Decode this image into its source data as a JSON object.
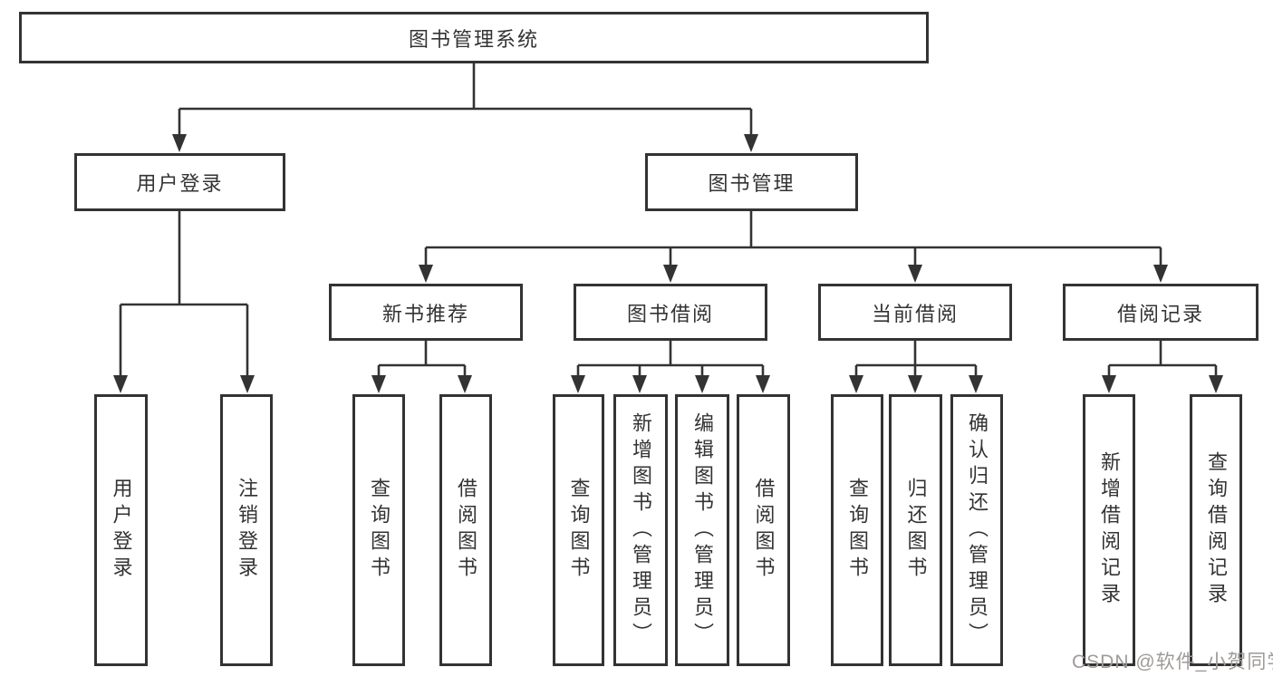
{
  "diagram": {
    "root": {
      "label": "图书管理系统"
    },
    "branches": {
      "user_login": {
        "label": "用户登录",
        "children": {
          "login": "用户登录",
          "logout": "注销登录"
        }
      },
      "book_management": {
        "label": "图书管理",
        "children": {
          "new_book_recommend": {
            "label": "新书推荐",
            "children": {
              "query_book": "查询图书",
              "borrow_book": "借阅图书"
            }
          },
          "book_borrow": {
            "label": "图书借阅",
            "children": {
              "query_book": "查询图书",
              "add_book": "新增图书（管理员）",
              "edit_book": "编辑图书（管理员）",
              "borrow_book": "借阅图书"
            }
          },
          "current_borrow": {
            "label": "当前借阅",
            "children": {
              "query_book": "查询图书",
              "return_book": "归还图书",
              "confirm_return": "确认归还（管理员）"
            }
          },
          "borrow_records": {
            "label": "借阅记录",
            "children": {
              "add_record": "新增借阅记录",
              "query_record": "查询借阅记录"
            }
          }
        }
      }
    },
    "colors": {
      "line": "#333333",
      "box_border": "#333333",
      "text": "#333333",
      "background": "#ffffff",
      "watermark": "#9f9a98"
    }
  },
  "watermark": {
    "text": "CSDN @软件_小贺同学"
  }
}
